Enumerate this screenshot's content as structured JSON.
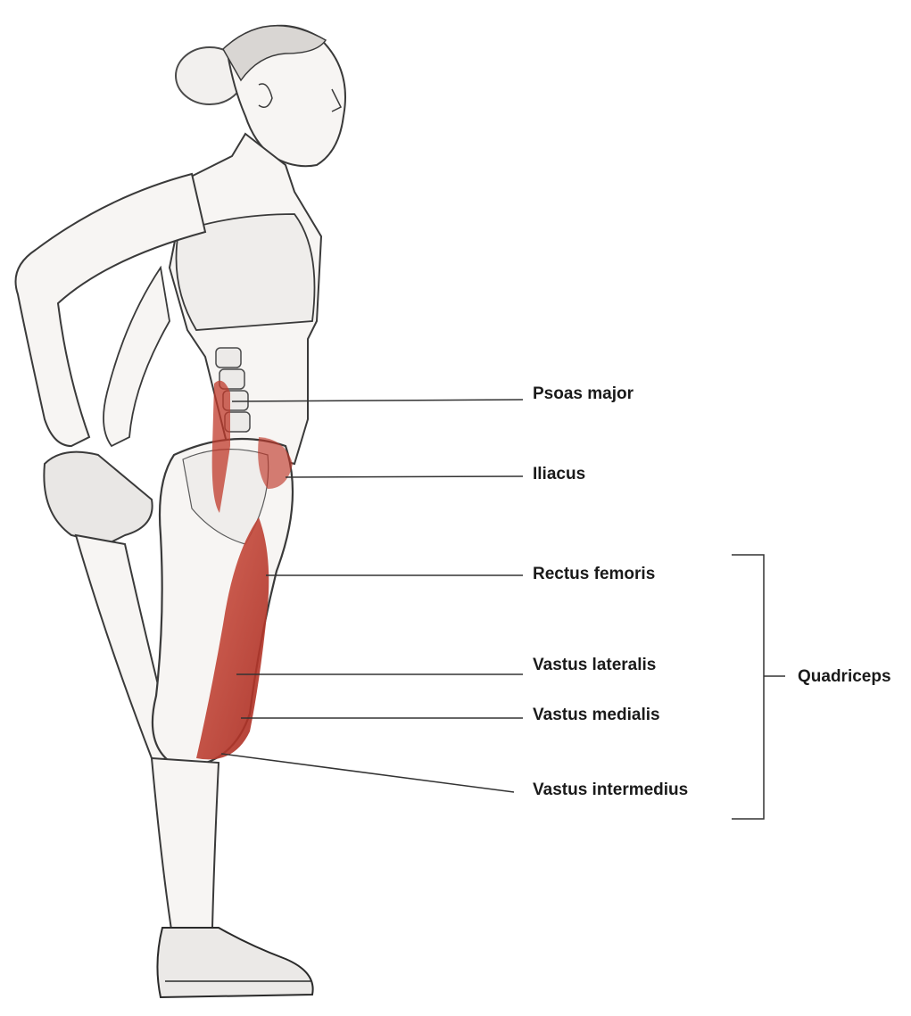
{
  "labels": {
    "psoas_major": "Psoas major",
    "iliacus": "Iliacus",
    "rectus_femoris": "Rectus femoris",
    "vastus_lateralis": "Vastus lateralis",
    "vastus_medialis": "Vastus medialis",
    "vastus_intermedius": "Vastus intermedius",
    "quadriceps": "Quadriceps"
  },
  "colors": {
    "muscle_highlight": "#c0392b",
    "line": "#333333",
    "sketch": "#4a4a4a",
    "skin": "#f7f5f3"
  }
}
